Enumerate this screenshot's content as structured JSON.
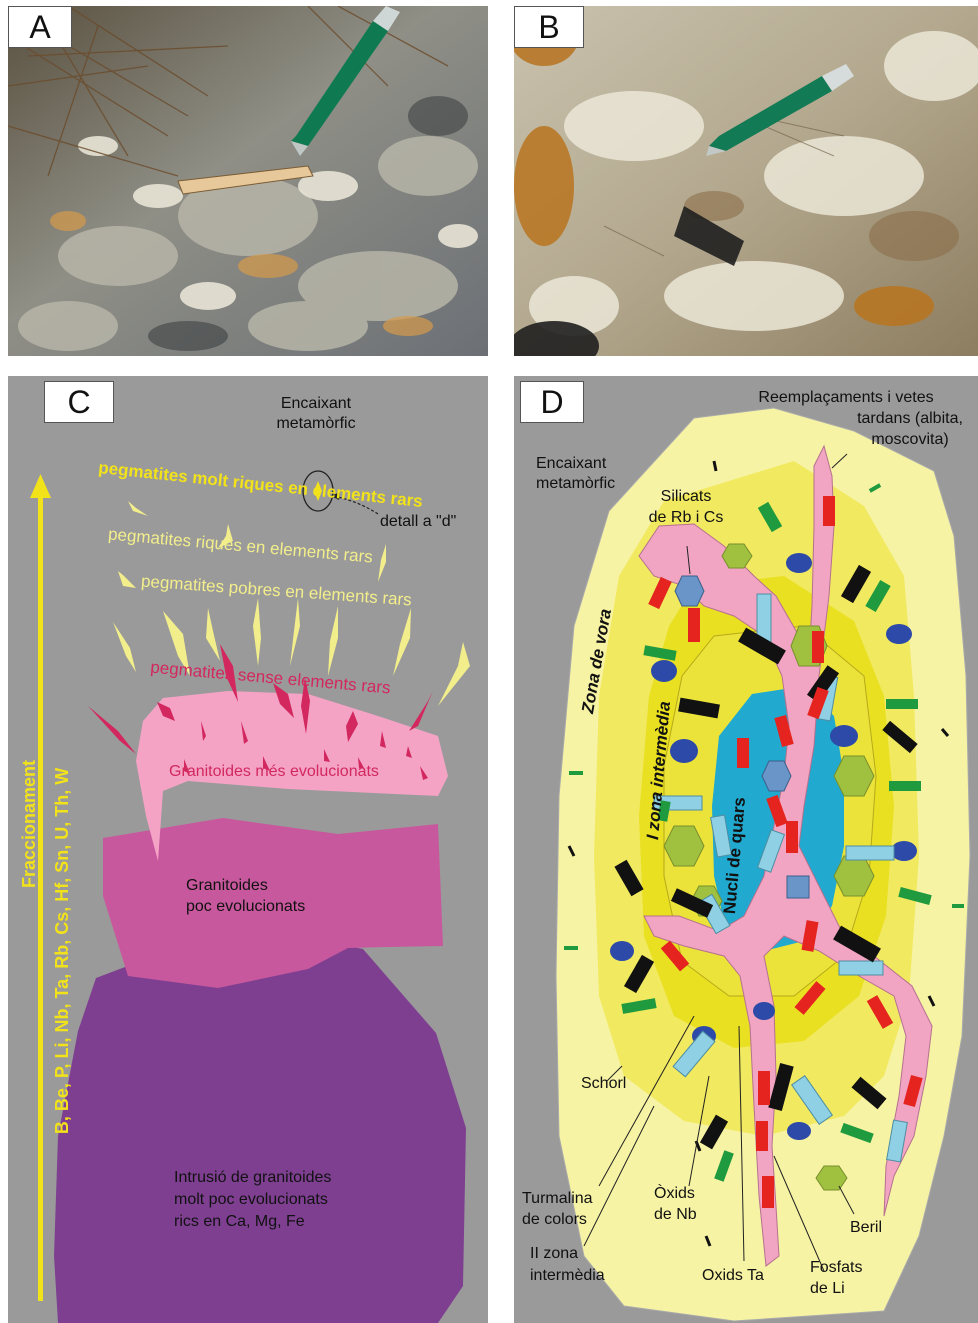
{
  "panels": {
    "a": {
      "label": "A"
    },
    "b": {
      "label": "B"
    },
    "c": {
      "label": "C"
    },
    "d": {
      "label": "D"
    }
  },
  "panel_c": {
    "host_rock_line1": "Encaixant",
    "host_rock_line2": "metamòrfic",
    "detail_note": "detall a \"d\"",
    "fractionation_label": "Fraccionament",
    "elements_label": "B, Be, P, Li, Nb, Ta, Rb, Cs, Hf, Sn, U, Th, W",
    "peg_very_rich": "pegmatites molt riques en elements rars",
    "peg_rich": "pegmatites riques en elements rars",
    "peg_poor": "pegmatites pobres en elements rars",
    "peg_barren": "pegmatites sense elements rars",
    "granitoids_evolved": "Granitoides més evolucionats",
    "granitoids_low_1": "Granitoides",
    "granitoids_low_2": "poc evolucionats",
    "intrusion_1": "Intrusió de granitoides",
    "intrusion_2": "molt poc evolucionats",
    "intrusion_3": "rics en Ca, Mg, Fe"
  },
  "panel_d": {
    "late_repl_1": "Reemplaçaments i vetes",
    "late_repl_2": "tardans (albita,",
    "late_repl_3": "moscovita)",
    "host_rock_line1": "Encaixant",
    "host_rock_line2": "metamòrfic",
    "silicates_1": "Silicats",
    "silicates_2": "de Rb i Cs",
    "border_zone": "Zona de vora",
    "first_intermediate": "I zona intermèdia",
    "quartz_core": "Nucli de quars",
    "schorl": "Schorl",
    "colored_tourmaline_1": "Turmalina",
    "colored_tourmaline_2": "de colors",
    "nb_oxides_1": "Òxids",
    "nb_oxides_2": "de  Nb",
    "second_intermediate_1": "II zona",
    "second_intermediate_2": "intermèdia",
    "ta_oxides": "Oxids Ta",
    "beryl": "Beril",
    "li_phosphates_1": "Fosfats",
    "li_phosphates_2": "de Li"
  },
  "colors": {
    "panel_bg": "#9a9a9a",
    "yellow_arrow": "#f2e21a",
    "pale_yellow": "#f3ee8c",
    "crimson": "#d2285f",
    "light_pink": "#f4a3c5",
    "magenta": "#c8589d",
    "purple": "#7e3f91",
    "pegmatite_outer": "#f7f3a4",
    "pegmatite_mid": "#f1e95f",
    "pegmatite_inner": "#e9e022",
    "quartz_core": "#21a9cf",
    "albite_vein": "#f1a5c2"
  }
}
